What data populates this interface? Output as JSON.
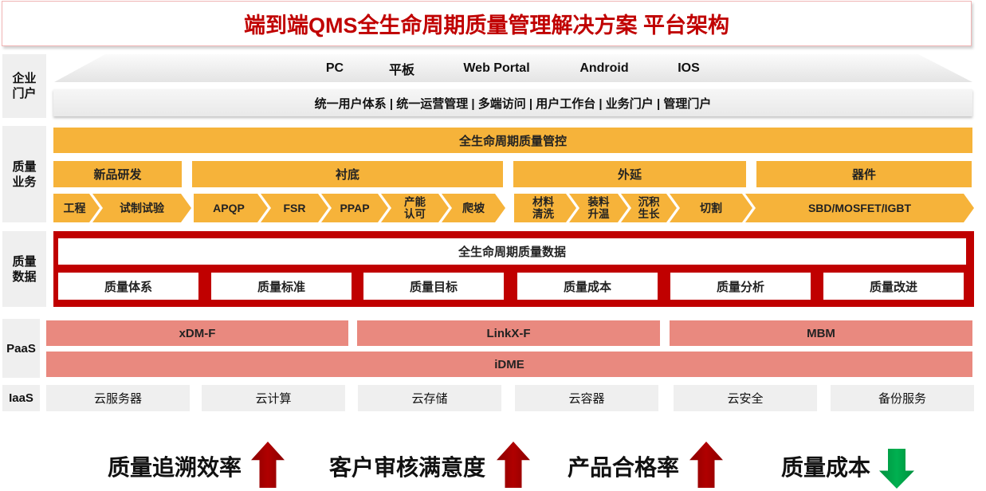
{
  "colors": {
    "title": "#c00000",
    "business": "#f6b33a",
    "data_panel": "#c00000",
    "paas": "#e9897f",
    "infra": "#efefef",
    "arrow_up": "#b00000",
    "arrow_down": "#00b050"
  },
  "title": "端到端QMS全生命周期质量管理解决方案 平台架构",
  "layers": {
    "portal": {
      "label": "企业门户",
      "terminals": [
        "PC",
        "平板",
        "Web Portal",
        "Android",
        "IOS"
      ],
      "capabilities": "统一用户体系 | 统一运营管理 | 多端访问 | 用户工作台 | 业务门户 | 管理门户"
    },
    "business": {
      "label": "质量业务",
      "banner": "全生命周期质量管控",
      "domains": [
        "新品研发",
        "衬底",
        "外延",
        "器件"
      ],
      "steps": [
        "工程",
        "试制试验",
        "APQP",
        "FSR",
        "PPAP",
        "产能认可",
        "爬坡",
        "材料清洗",
        "装料升温",
        "沉积生长",
        "切割",
        "SBD/MOSFET/IGBT"
      ]
    },
    "data": {
      "label": "质量数据",
      "banner": "全生命周期质量数据",
      "items": [
        "质量体系",
        "质量标准",
        "质量目标",
        "质量成本",
        "质量分析",
        "质量改进"
      ]
    },
    "paas": {
      "label": "PaaS",
      "components": [
        "xDM-F",
        "LinkX-F",
        "MBM"
      ],
      "base": "iDME"
    },
    "iaas": {
      "label": "IaaS",
      "services": [
        "云服务器",
        "云计算",
        "云存储",
        "云容器",
        "云安全",
        "备份服务"
      ]
    }
  },
  "metrics": [
    {
      "label": "质量追溯效率",
      "icon": "arrow-up-icon"
    },
    {
      "label": "客户审核满意度",
      "icon": "arrow-up-icon"
    },
    {
      "label": "产品合格率",
      "icon": "arrow-up-icon"
    },
    {
      "label": "质量成本",
      "icon": "arrow-down-icon"
    }
  ]
}
